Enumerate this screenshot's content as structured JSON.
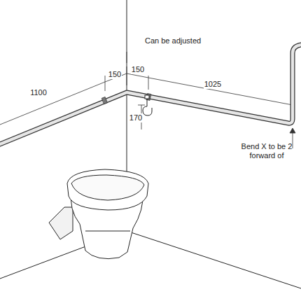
{
  "diagram": {
    "labels": [
      "Can be adjusted",
      "1100",
      "150",
      "150",
      "1025",
      "170",
      "Bend X to be 2 forward of"
    ]
  }
}
